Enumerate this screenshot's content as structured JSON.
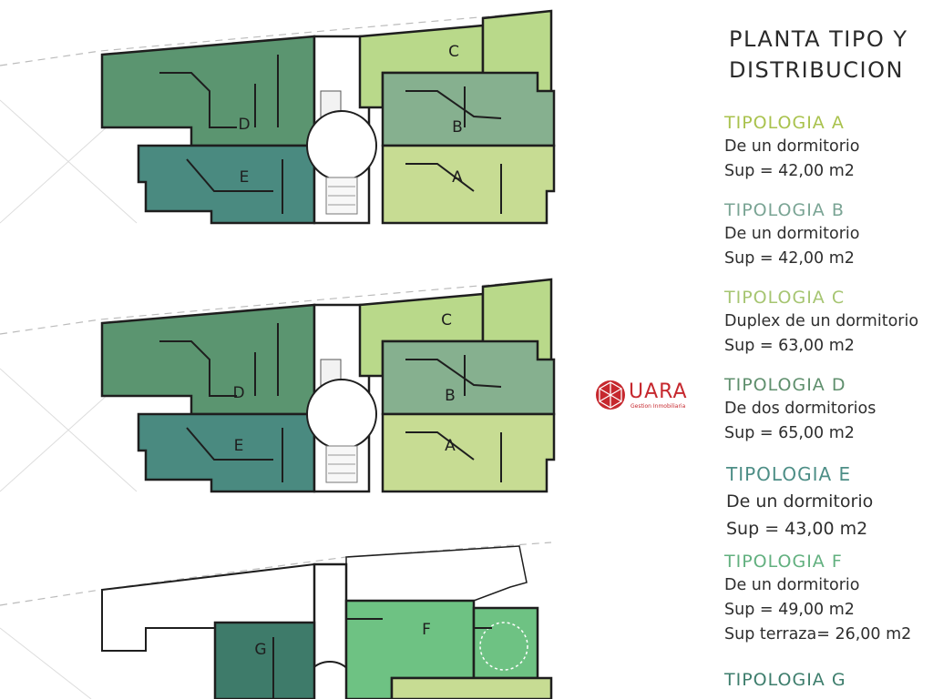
{
  "heading": {
    "line1": "PLANTA TIPO Y",
    "line2": "DISTRIBUCION"
  },
  "logo": {
    "name": "UARA",
    "subtitle": "Gestion Inmobiliaria",
    "color": "#c6282e"
  },
  "colors": {
    "A": "#c7dc93",
    "B": "#86b08f",
    "C": "#b9d98a",
    "D": "#5b9570",
    "E": "#4a8a80",
    "F": "#6ec283",
    "G": "#3e7b6a"
  },
  "typologies": [
    {
      "name": "TIPOLOGIA A",
      "color": "#a9c24d",
      "lines": [
        "De un dormitorio",
        "Sup = 42,00   m2"
      ]
    },
    {
      "name": "TIPOLOGIA B",
      "color": "#7aa494",
      "lines": [
        "De un dormitorio",
        "Sup = 42,00   m2"
      ]
    },
    {
      "name": "TIPOLOGIA C",
      "color": "#a6c571",
      "lines": [
        "Duplex de un dormitorio",
        "Sup = 63,00   m2"
      ]
    },
    {
      "name": "TIPOLOGIA D",
      "color": "#5f8f6d",
      "lines": [
        "De dos dormitorios",
        "Sup = 65,00 m2"
      ]
    },
    {
      "name": "TIPOLOGIA E",
      "color": "#4d8e86",
      "lines": [
        "De un dormitorio",
        "Sup = 43,00   m2"
      ]
    },
    {
      "name": "TIPOLOGIA F",
      "color": "#62b07f",
      "lines": [
        "De un dormitorio",
        "Sup = 49,00   m2",
        "Sup terraza= 26,00 m2"
      ]
    },
    {
      "name": "TIPOLOGIA G",
      "color": "#3d7d6c",
      "lines": []
    }
  ],
  "plan_labels": {
    "floor1": [
      "C",
      "B",
      "A",
      "D",
      "E"
    ],
    "floor2": [
      "C",
      "B",
      "A",
      "D",
      "E"
    ],
    "floor3": [
      "F",
      "G"
    ]
  }
}
